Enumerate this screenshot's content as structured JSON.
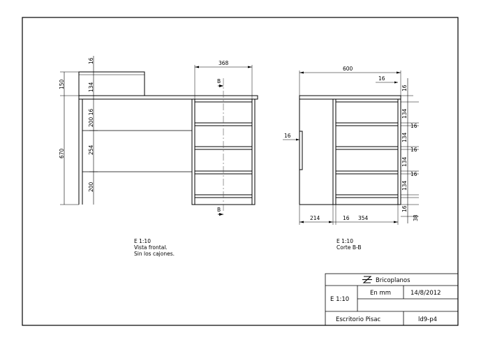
{
  "front_view": {
    "dims": {
      "top_16": "16",
      "w_368": "368",
      "d_150": "150",
      "d_134": "134",
      "d_200_16": "200 16",
      "d_670": "670",
      "d_254": "254",
      "d_200": "200"
    },
    "section_marker": "B",
    "notes": [
      "E 1:10",
      "Vista frontal.",
      "Sin los cajones."
    ]
  },
  "section_view": {
    "dims": {
      "w_600": "600",
      "w_16_top": "16",
      "v_16_top": "16",
      "v_134_a": "134",
      "v_16_a": "16",
      "v_134_b": "134",
      "v_16_b": "16",
      "v_134_c": "134",
      "v_16_c": "16",
      "v_134_d": "134",
      "v_16_d": "16",
      "v_38": "38",
      "h_16_mid": "16",
      "b_214": "214",
      "b_16": "16",
      "b_354": "354"
    },
    "notes": [
      "E 1:10",
      "Corte B-B"
    ]
  },
  "title_block": {
    "brand": "Bricoplanos",
    "scale": "E 1:10",
    "units": "En mm",
    "date": "14/8/2012",
    "title": "Escritorio Pisac",
    "code": "ld9-p4"
  },
  "colors": {
    "line": "#000000",
    "center": "#555555"
  }
}
